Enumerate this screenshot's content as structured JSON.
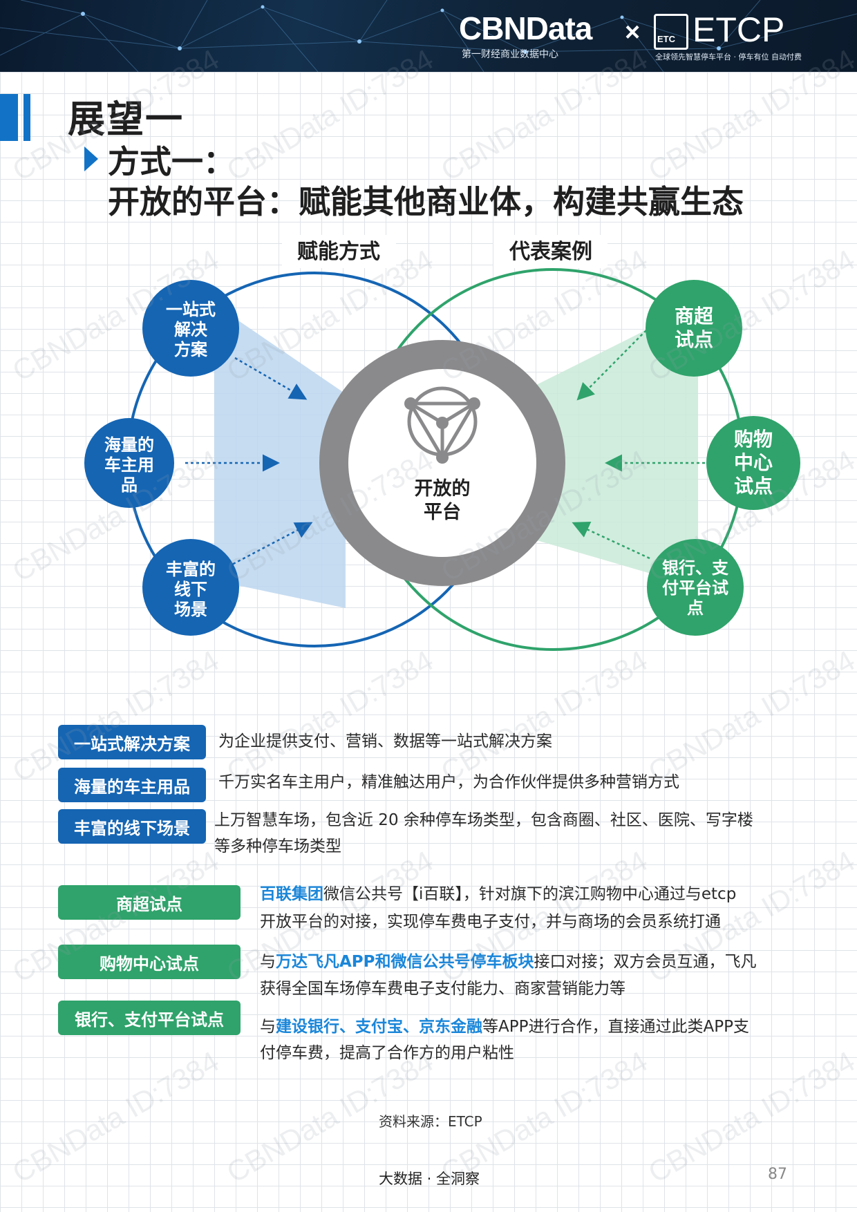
{
  "header": {
    "brand": "CBNData",
    "brand_sub": "第一财经商业数据中心",
    "times": "×",
    "partner_logo_text": "ETC",
    "partner": "ETCP",
    "partner_sub": "全球领先智慧停车平台 · 停车有位 自动付费"
  },
  "title": {
    "main": "展望一",
    "sub1": "方式一：",
    "sub2": "开放的平台：赋能其他商业体，构建共赢生态"
  },
  "diagram": {
    "left_label": "赋能方式",
    "right_label": "代表案例",
    "center_line1": "开放的",
    "center_line2": "平台",
    "left_nodes": [
      {
        "lines": [
          "一站式",
          "解决",
          "方案"
        ]
      },
      {
        "lines": [
          "海量的",
          "车主用",
          "品"
        ]
      },
      {
        "lines": [
          "丰富的",
          "线下",
          "场景"
        ]
      }
    ],
    "right_nodes": [
      {
        "lines": [
          "商超",
          "试点"
        ]
      },
      {
        "lines": [
          "购物",
          "中心",
          "试点"
        ]
      },
      {
        "lines": [
          "银行、支",
          "付平台试",
          "点"
        ]
      }
    ],
    "colors": {
      "blue": "#1565b3",
      "green": "#2fa36b",
      "gray": "#8a8a8c"
    }
  },
  "ability_rows": [
    {
      "tag": "一站式解决方案",
      "text": "为企业提供支付、营销、数据等一站式解决方案"
    },
    {
      "tag": "海量的车主用品",
      "text": "千万实名车主用户，精准触达用户，为合作伙伴提供多种营销方式"
    },
    {
      "tag": "丰富的线下场景",
      "text1": "上万智慧车场，包含近 20 余种停车场类型，包含商圈、社区、医院、写字楼",
      "text2": "等多种停车场类型"
    }
  ],
  "case_rows": [
    {
      "tag": "商超试点",
      "hl1": "百联集团",
      "text1": "微信公共号【i百联】，针对旗下的滨江购物中心通过与etcp",
      "text2": "开放平台的对接，实现停车费电子支付，并与商场的会员系统打通"
    },
    {
      "tag": "购物中心试点",
      "pre1": "与",
      "hl1": "万达飞凡APP和微信公共号停车板块",
      "text1": "接口对接；双方会员互通，飞凡",
      "text2": "获得全国车场停车费电子支付能力、商家营销能力等"
    },
    {
      "tag": "银行、支付平台试点",
      "pre1": "与",
      "hl1": "建设银行、支付宝、京东金融",
      "text1": "等APP进行合作，直接通过此类APP支",
      "text2": "付停车费，提高了合作方的用户粘性"
    }
  ],
  "source": "资料来源：ETCP",
  "footer": "大数据 · 全洞察",
  "page_number": "87",
  "watermark": "CBNData ID:7384"
}
